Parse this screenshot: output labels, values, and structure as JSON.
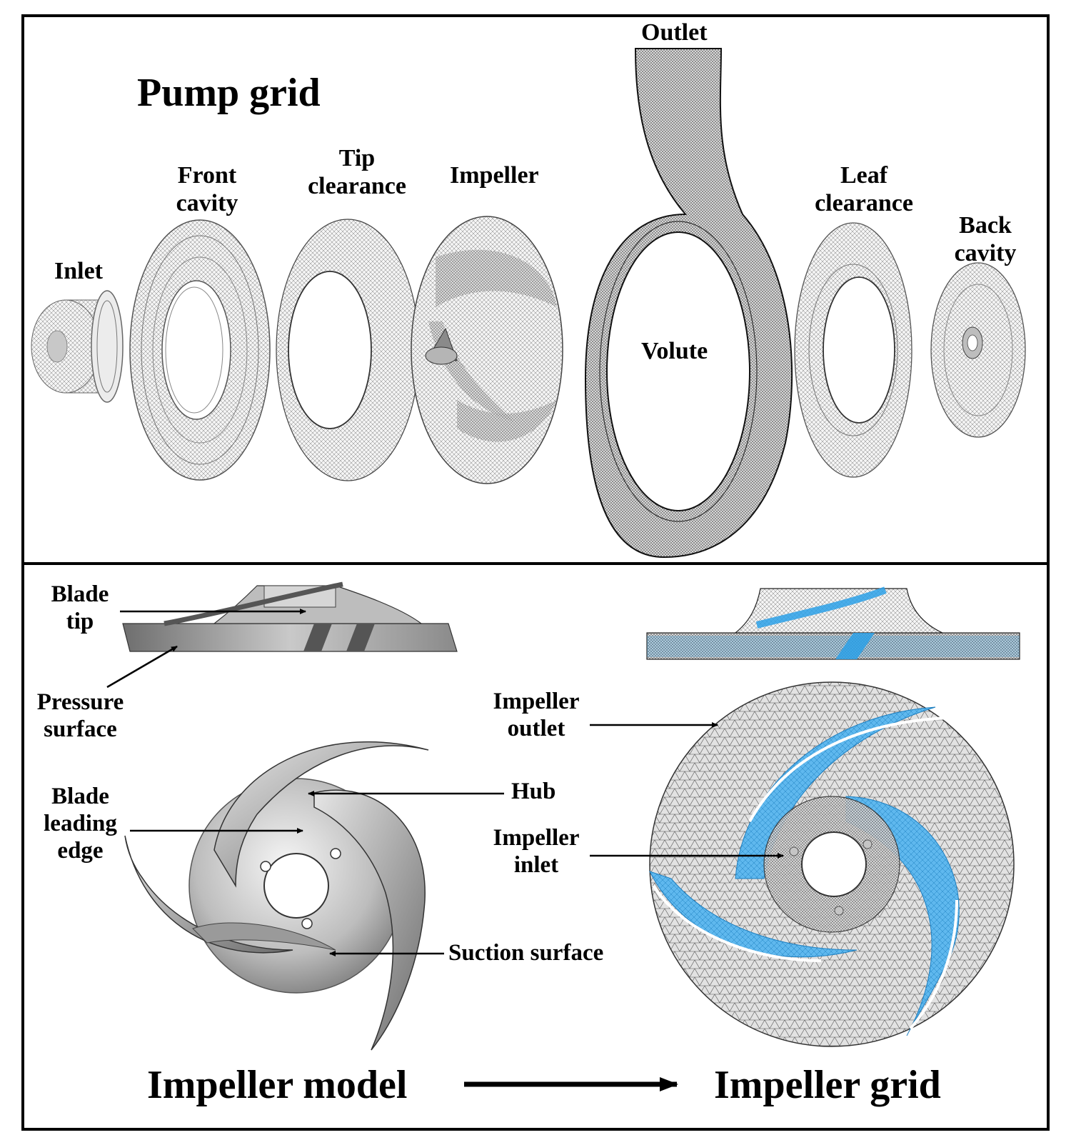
{
  "pump": {
    "title": "Pump grid",
    "labels": {
      "outlet": "Outlet",
      "front_cavity_1": "Front",
      "front_cavity_2": "cavity",
      "tip_clearance_1": "Tip",
      "tip_clearance_2": "clearance",
      "impeller": "Impeller",
      "leaf_clearance_1": "Leaf",
      "leaf_clearance_2": "clearance",
      "back_cavity_1": "Back",
      "back_cavity_2": "cavity",
      "inlet": "Inlet",
      "volute": "Volute"
    }
  },
  "impeller_model": {
    "title": "Impeller model",
    "labels": {
      "blade_tip_1": "Blade",
      "blade_tip_2": "tip",
      "pressure_surface_1": "Pressure",
      "pressure_surface_2": "surface",
      "blade_leading_edge_1": "Blade",
      "blade_leading_edge_2": "leading",
      "blade_leading_edge_3": "edge",
      "hub": "Hub",
      "suction_surface": "Suction surface"
    }
  },
  "impeller_grid": {
    "title": "Impeller grid",
    "labels": {
      "impeller_outlet_1": "Impeller",
      "impeller_outlet_2": "outlet",
      "impeller_inlet_1": "Impeller",
      "impeller_inlet_2": "inlet"
    }
  },
  "colors": {
    "mesh_line": "#555555",
    "mesh_light": "#9a9a9a",
    "blade_blue": "#2aa0e8",
    "model_gray": "#8c8c8c"
  }
}
